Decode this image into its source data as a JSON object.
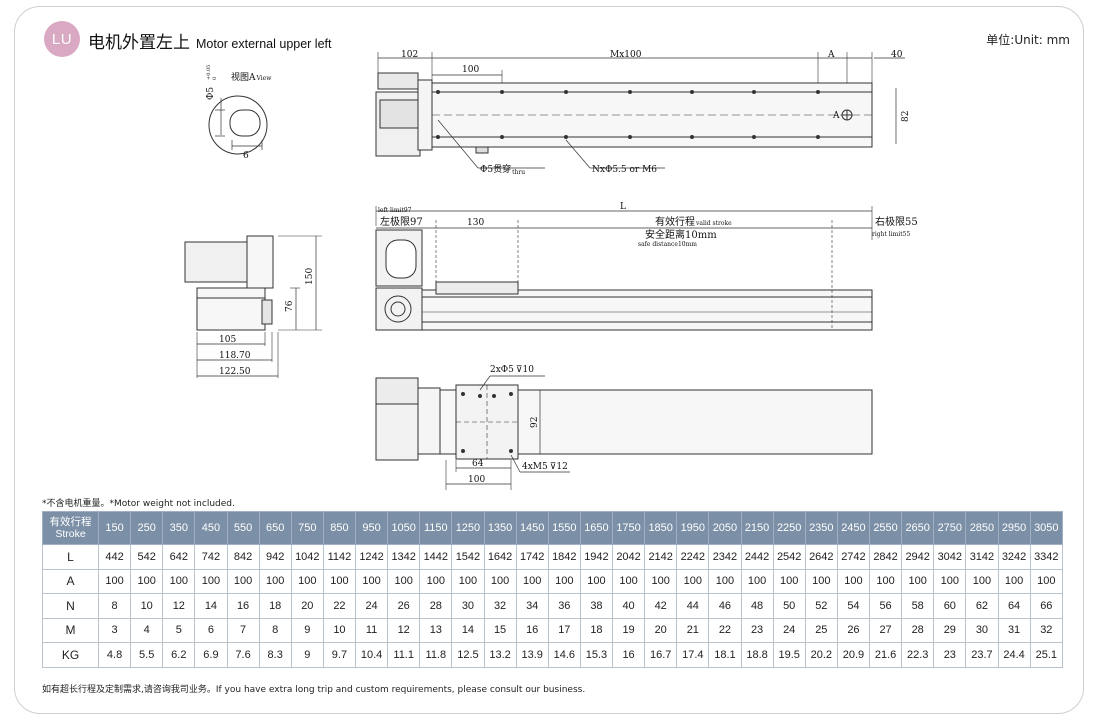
{
  "header": {
    "badge": "LU",
    "title_cn": "电机外置左上",
    "title_en": "Motor external  upper left",
    "unit": "单位:Unit: mm"
  },
  "drawing": {
    "view_label": "视图A",
    "view_label_en": "View",
    "phi5_tol": "Φ5",
    "tol_upper": "+0.05",
    "tol_lower": "0",
    "dim_6": "6",
    "top_102": "102",
    "top_mx100": "Mx100",
    "top_a": "A",
    "top_40": "40",
    "top_100": "100",
    "top_82": "82",
    "marker_a": "A",
    "thru_cn": "Φ5贯穿",
    "thru_en": "thru",
    "n_holes": "NxΦ5.5 or M6",
    "side_150": "150",
    "side_76": "76",
    "side_105": "105",
    "side_118": "118.70",
    "side_122": "122.50",
    "l_label": "L",
    "left_limit_en": "left limit97",
    "left_limit_cn": "左极限97",
    "dim_130": "130",
    "valid_cn": "有效行程",
    "valid_en": "valid stroke",
    "right_limit_cn": "右极限55",
    "right_limit_en": "right limit55",
    "safe_cn": "安全距离10mm",
    "safe_en": "safe distance10mm",
    "bot_holes": "2xΦ5",
    "bot_depth": "10",
    "bot_92": "92",
    "bot_64": "64",
    "bot_m5": "4xM5",
    "bot_m5_depth": "12",
    "bot_100": "100"
  },
  "note": "*不含电机重量。*Motor weight not included.",
  "table": {
    "header_cn": "有效行程",
    "header_en": "Stroke",
    "strokes": [
      "150",
      "250",
      "350",
      "450",
      "550",
      "650",
      "750",
      "850",
      "950",
      "1050",
      "1150",
      "1250",
      "1350",
      "1450",
      "1550",
      "1650",
      "1750",
      "1850",
      "1950",
      "2050",
      "2150",
      "2250",
      "2350",
      "2450",
      "2550",
      "2650",
      "2750",
      "2850",
      "2950",
      "3050"
    ],
    "rows": [
      {
        "label": "L",
        "values": [
          "442",
          "542",
          "642",
          "742",
          "842",
          "942",
          "1042",
          "1142",
          "1242",
          "1342",
          "1442",
          "1542",
          "1642",
          "1742",
          "1842",
          "1942",
          "2042",
          "2142",
          "2242",
          "2342",
          "2442",
          "2542",
          "2642",
          "2742",
          "2842",
          "2942",
          "3042",
          "3142",
          "3242",
          "3342"
        ]
      },
      {
        "label": "A",
        "values": [
          "100",
          "100",
          "100",
          "100",
          "100",
          "100",
          "100",
          "100",
          "100",
          "100",
          "100",
          "100",
          "100",
          "100",
          "100",
          "100",
          "100",
          "100",
          "100",
          "100",
          "100",
          "100",
          "100",
          "100",
          "100",
          "100",
          "100",
          "100",
          "100",
          "100"
        ]
      },
      {
        "label": "N",
        "values": [
          "8",
          "10",
          "12",
          "14",
          "16",
          "18",
          "20",
          "22",
          "24",
          "26",
          "28",
          "30",
          "32",
          "34",
          "36",
          "38",
          "40",
          "42",
          "44",
          "46",
          "48",
          "50",
          "52",
          "54",
          "56",
          "58",
          "60",
          "62",
          "64",
          "66"
        ]
      },
      {
        "label": "M",
        "values": [
          "3",
          "4",
          "5",
          "6",
          "7",
          "8",
          "9",
          "10",
          "11",
          "12",
          "13",
          "14",
          "15",
          "16",
          "17",
          "18",
          "19",
          "20",
          "21",
          "22",
          "23",
          "24",
          "25",
          "26",
          "27",
          "28",
          "29",
          "30",
          "31",
          "32"
        ]
      },
      {
        "label": "KG",
        "values": [
          "4.8",
          "5.5",
          "6.2",
          "6.9",
          "7.6",
          "8.3",
          "9",
          "9.7",
          "10.4",
          "11.1",
          "11.8",
          "12.5",
          "13.2",
          "13.9",
          "14.6",
          "15.3",
          "16",
          "16.7",
          "17.4",
          "18.1",
          "18.8",
          "19.5",
          "20.2",
          "20.9",
          "21.6",
          "22.3",
          "23",
          "23.7",
          "24.4",
          "25.1"
        ]
      }
    ]
  },
  "footer": "如有超长行程及定制需求,请咨询我司业务。If you have extra long trip and custom requirements, please consult our business.",
  "colors": {
    "header_bg": "#7b8fa6",
    "badge": "#d9a8c2"
  }
}
